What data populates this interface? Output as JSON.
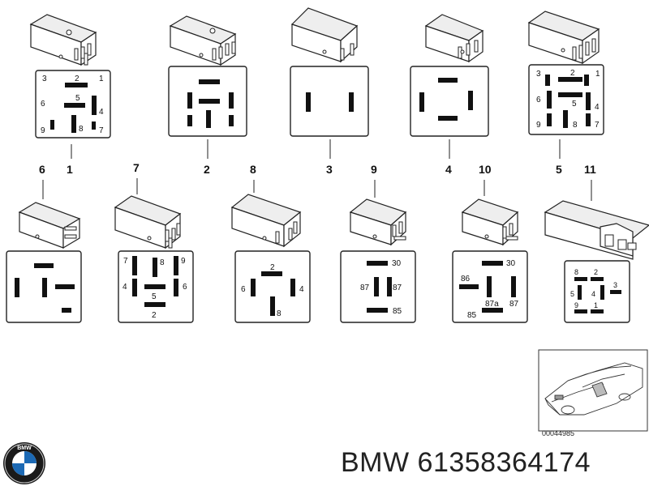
{
  "relays": [
    {
      "callout": "1",
      "pins": [
        "3",
        "2",
        "1",
        "6",
        "5",
        "4",
        "9",
        "8",
        "7"
      ]
    },
    {
      "callout": "2",
      "pins": []
    },
    {
      "callout": "3",
      "pins": []
    },
    {
      "callout": "4",
      "pins": []
    },
    {
      "callout": "5",
      "pins": [
        "3",
        "2",
        "1",
        "6",
        "5",
        "4",
        "9",
        "8",
        "7"
      ]
    },
    {
      "callout": "6",
      "pins": []
    },
    {
      "callout": "7",
      "pins": [
        "7",
        "8",
        "9",
        "4",
        "5",
        "6",
        "2"
      ]
    },
    {
      "callout": "8",
      "pins": [
        "2",
        "6",
        "4",
        "8"
      ]
    },
    {
      "callout": "9",
      "pins": [
        "30",
        "87",
        "87",
        "85"
      ]
    },
    {
      "callout": "10",
      "pins": [
        "30",
        "86",
        "87a",
        "87",
        "85"
      ]
    },
    {
      "callout": "11",
      "pins": [
        "8",
        "2",
        "5",
        "4",
        "3",
        "9",
        "1"
      ]
    }
  ],
  "car_inset": {
    "code": "00044985"
  },
  "brand": {
    "name": "BMW",
    "logo_letters": "BMW"
  },
  "part": {
    "title": "BMW 61358364174"
  }
}
